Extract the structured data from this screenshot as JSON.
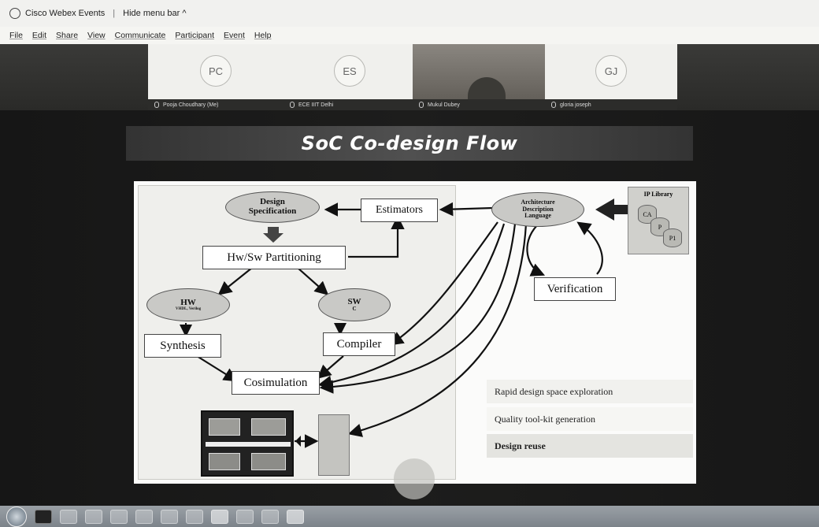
{
  "window": {
    "title": "Cisco Webex Events",
    "menubar_toggle": "Hide menu bar ^"
  },
  "menu": [
    "File",
    "Edit",
    "Share",
    "View",
    "Communicate",
    "Participant",
    "Event",
    "Help"
  ],
  "participants": [
    {
      "initials": "PC",
      "name": "Pooja Choudhary (Me)"
    },
    {
      "initials": "ES",
      "name": "ECE IIIT Delhi"
    },
    {
      "initials": "",
      "name": "Mukul Dubey"
    },
    {
      "initials": "GJ",
      "name": "gloria joseph"
    }
  ],
  "slide": {
    "title": "SoC Co-design Flow",
    "nodes": {
      "design_spec_line1": "Design",
      "design_spec_line2": "Specification",
      "estimators": "Estimators",
      "partitioning": "Hw/Sw Partitioning",
      "hw": "HW",
      "hw_sub": "VHDL, Verilog",
      "sw": "SW",
      "sw_sub": "C",
      "synthesis": "Synthesis",
      "compiler": "Compiler",
      "cosimulation": "Cosimulation",
      "adl_line1": "Architecture",
      "adl_line2": "Description",
      "adl_line3": "Language",
      "verification": "Verification"
    },
    "ip_library": {
      "label": "IP Library",
      "items": [
        "CA",
        "P",
        "P1"
      ]
    },
    "bullets": [
      "Rapid design space exploration",
      "Quality tool-kit generation",
      "Design reuse"
    ]
  },
  "colors": {
    "slide_background": "#1a1a1a",
    "title_text": "#ffffff",
    "node_fill": "#c9c9c6"
  }
}
